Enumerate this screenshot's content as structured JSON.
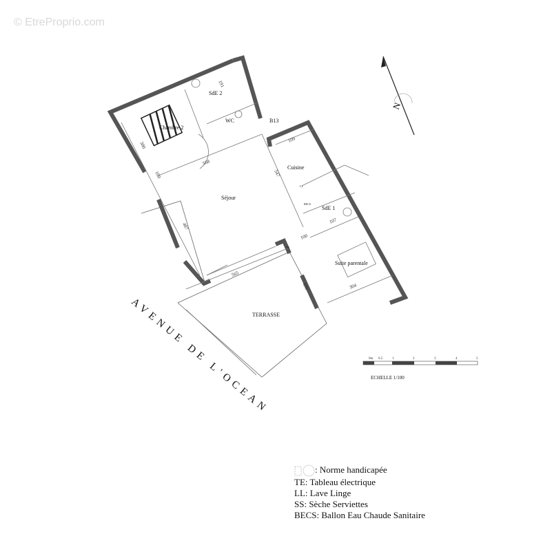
{
  "watermark": "© EtreProprio.com",
  "building_code": "B13",
  "rooms": {
    "sde2": "SdE 2",
    "wc": "WC",
    "chambre2": "Chambre 2",
    "sejour": "Séjour",
    "cuisine": "Cuisine",
    "sde1": "SdE 1",
    "suite": "Suite parentale",
    "terrasse": "TERRASSE",
    "ll": "LL",
    "becs": "BECS",
    "te": "TE"
  },
  "dimensions": {
    "d568": "568",
    "d547": "547",
    "d487": "487",
    "d565": "565",
    "d490": "490",
    "d304": "304",
    "d109": "109",
    "d107": "107",
    "d100": "100",
    "d300": "300",
    "d160": "160",
    "d191": "191"
  },
  "street": "AVENUE DE L'OCEAN",
  "compass": "N",
  "scale": {
    "title": "ECHELLE 1/100",
    "ticks": [
      "0m",
      "0.5",
      "1",
      "2",
      "3",
      "4",
      "5"
    ]
  },
  "legend": {
    "handicap": ": Norme handicapée",
    "te": "TE: Tableau électrique",
    "ll": "LL: Lave Linge",
    "ss": "SS: Sèche Serviettes",
    "becs": "BECS: Ballon Eau Chaude Sanitaire"
  }
}
